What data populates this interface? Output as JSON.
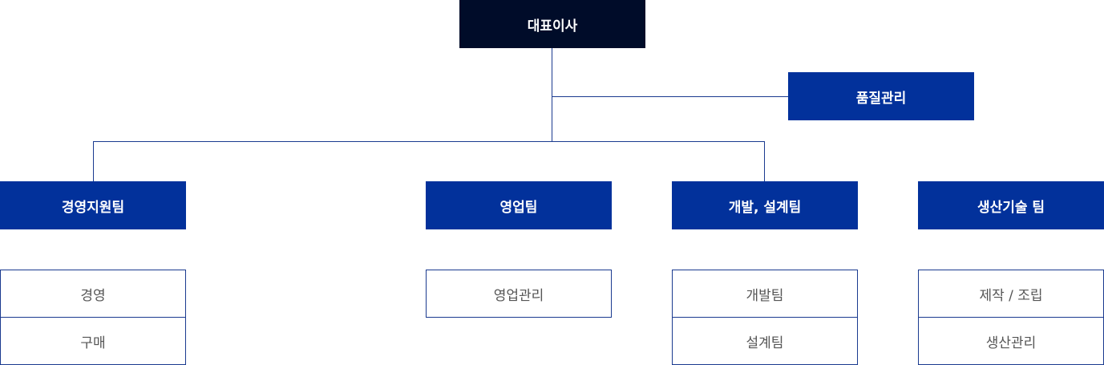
{
  "colors": {
    "ceo_bg": "#000c29",
    "dept_bg": "#02319b",
    "line": "#1a3a8f",
    "sub_text": "#555555"
  },
  "ceo": {
    "label": "대표이사"
  },
  "quality": {
    "label": "품질관리"
  },
  "departments": [
    {
      "label": "경영지원팀",
      "subunits": [
        "경영",
        "구매"
      ]
    },
    {
      "label": "영업팀",
      "subunits": [
        "영업관리"
      ]
    },
    {
      "label": "개발, 설계팀",
      "subunits": [
        "개발팀",
        "설계팀"
      ]
    },
    {
      "label": "생산기술 팀",
      "subunits": [
        "제작 / 조립",
        "생산관리"
      ]
    }
  ]
}
